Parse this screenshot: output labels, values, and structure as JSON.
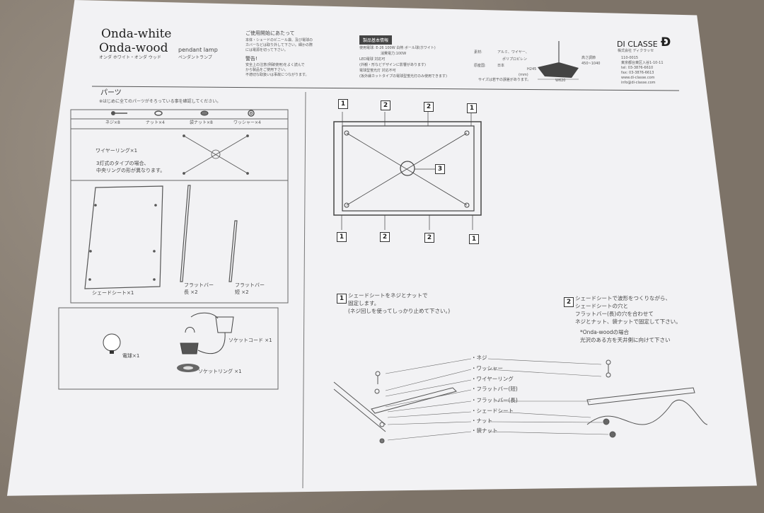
{
  "header": {
    "title_white": "Onda-white",
    "title_wood": "Onda-wood",
    "subtitle_en": "pendant lamp",
    "subtitle_jp": "オンダ ホワイト・オンダ ウッド",
    "subtitle_jp2": "ペンダントランプ",
    "usage_heading": "ご使用開始にあたって",
    "usage_text1": "本体・シェードのビニール袋、及び電球の",
    "usage_text2": "カバーなどは取り外して下さい。細かの際",
    "usage_text3": "には電源を切って下さい。",
    "warning_heading": "警告!",
    "warning_text1": "安全上の注意(例破使用)をよく読んで",
    "warning_text2": "から製品をご使用下さい。",
    "warning_text3": "不適切な取扱いは事故につながります。",
    "spec_badge": "製品基本情報",
    "spec1": "使用電球: E-26 100W 白熱 ボール球(ホワイト)",
    "spec2": "消費電力:100W",
    "spec3": "LED電球 対応可",
    "spec4": "(外観・形などデザインに影響があります)",
    "spec5": "電球型蛍光灯 対応不可",
    "spec6": "(坂外縁カットタイプの電球型蛍光灯のみ使用できます)",
    "material_label": "素材:",
    "material_value": "アルミ、ワイヤー、",
    "material_value2": "ポリプロピレン",
    "origin_label": "原産国:",
    "origin_value": "日本",
    "size_note": "サイズは若干の誤差があります。",
    "dim_height": "高さ調節",
    "dim_height_val": "450~1040",
    "dim_h": "H245",
    "dim_mm": "(mm)",
    "dim_w": "W620",
    "brand": "DI CLASSE",
    "brand_jp": "株式会社 ディクラッセ",
    "addr1": "110-0015",
    "addr2": "東京都台東区入谷1-10-11",
    "tel": "tel: 03-3876-6610",
    "fax": "fax: 03-3876-6613",
    "web": "www.di-classe.com",
    "email": "info@di-classe.com"
  },
  "parts": {
    "heading": "パーツ",
    "note": "※はじめに全てのパーツがそろっている事を確認してください。",
    "screw": "ネジ×8",
    "nut": "ナット×4",
    "cap_nut": "袋ナット×8",
    "washer": "ワッシャー×4",
    "wire_ring": "ワイヤーリング×1",
    "wire_note1": "3灯式のタイプの場合、",
    "wire_note2": "中央リングの形が異なります。",
    "shade_sheet": "シェードシート×1",
    "flat_long1": "フラットバー",
    "flat_long2": "長 ×2",
    "flat_short1": "フラットバー",
    "flat_short2": "短 ×2",
    "bulb": "電球×1",
    "socket_cord": "ソケットコード ×1",
    "socket_ring": "ソケットリング ×1"
  },
  "diagram": {
    "n1": "1",
    "n2": "2",
    "n3": "3"
  },
  "steps": {
    "s1_num": "1",
    "s1_line1": "シェードシートをネジとナットで",
    "s1_line2": "固定します。",
    "s1_line3": "(ネジ回しを使ってしっかり止めて下さい。)",
    "s2_num": "2",
    "s2_line1": "シェードシートで波形をつくりながら、",
    "s2_line2": "シェードシートの穴と",
    "s2_line3": "フラットバー(長)の穴を合わせて",
    "s2_line4": "ネジとナット、袋ナットで固定して下さい。",
    "s2_line5": "*Onda-woodの場合",
    "s2_line6": "光沢のある方を天井側に向けて下さい"
  },
  "callouts": [
    "・ネジ",
    "・ワッシャー",
    "・ワイヤーリング",
    "・フラットバー(短)",
    "・フラットバー(長)",
    "・シェードシート",
    "・ナット",
    "・袋ナット"
  ]
}
